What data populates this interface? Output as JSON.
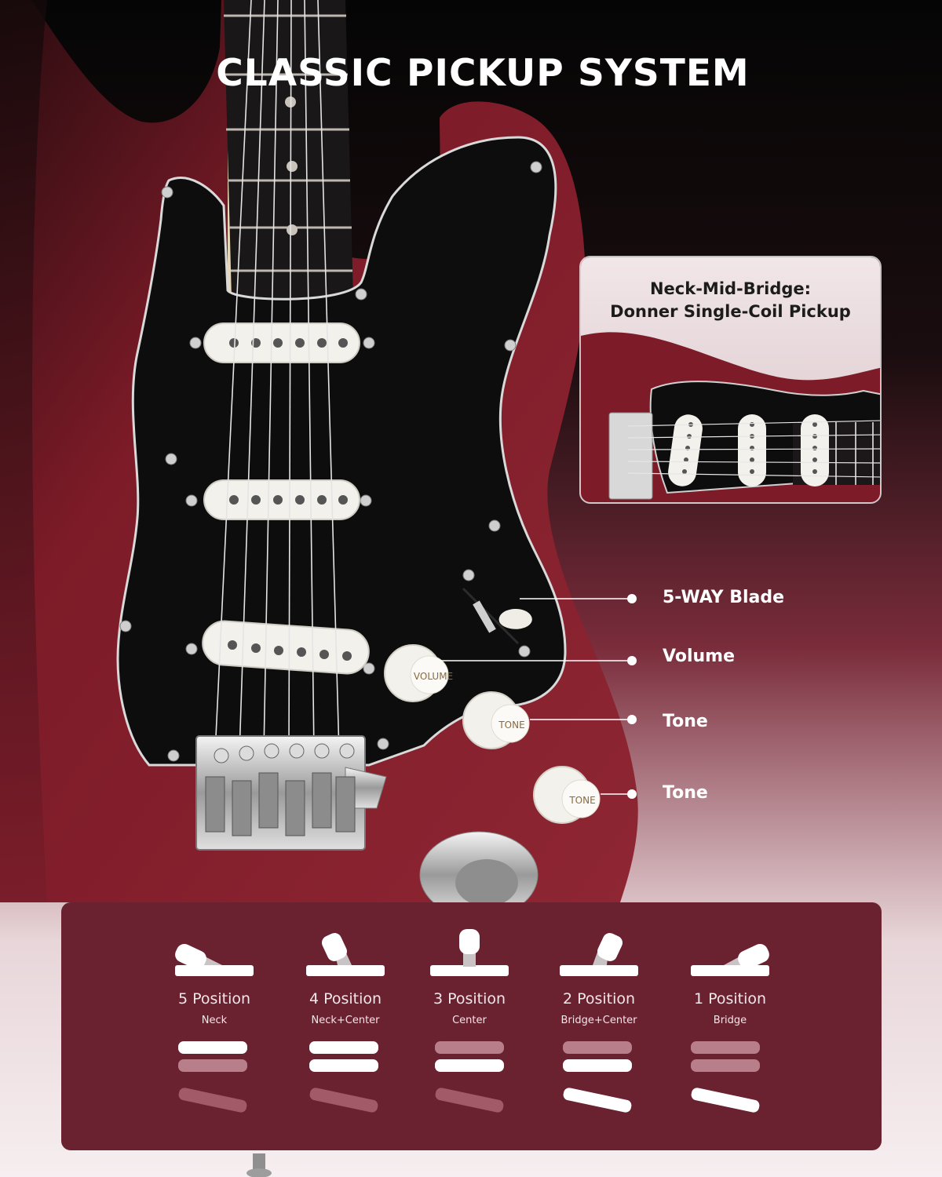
{
  "title": "CLASSIC PICKUP SYSTEM",
  "inset": {
    "line1": "Neck-Mid-Bridge:",
    "line2": "Donner Single-Coil Pickup"
  },
  "callouts": [
    {
      "label": "5-WAY Blade"
    },
    {
      "label": "Volume"
    },
    {
      "label": "Tone"
    },
    {
      "label": "Tone"
    }
  ],
  "knob_labels": [
    "VOLUME",
    "TONE",
    "TONE"
  ],
  "positions": [
    {
      "title": "5 Position",
      "sub": "Neck",
      "active": [
        true,
        false,
        false
      ]
    },
    {
      "title": "4 Position",
      "sub": "Neck+Center",
      "active": [
        true,
        true,
        false
      ]
    },
    {
      "title": "3 Position",
      "sub": "Center",
      "active": [
        false,
        true,
        false
      ]
    },
    {
      "title": "2 Position",
      "sub": "Bridge+Center",
      "active": [
        false,
        true,
        true
      ]
    },
    {
      "title": "1 Position",
      "sub": "Bridge",
      "active": [
        false,
        false,
        true
      ]
    }
  ],
  "colors": {
    "body": "#8a1f2c",
    "panel": "#6a2130",
    "pickguard": "#0d0d0d",
    "pickup": "#f3f1ec"
  }
}
